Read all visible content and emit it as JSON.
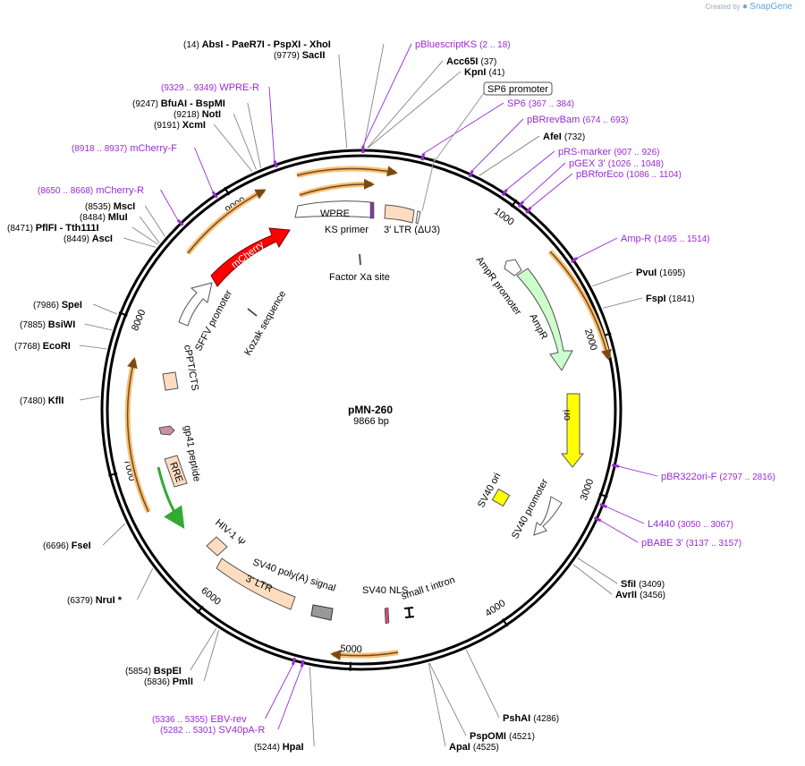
{
  "app": {
    "credit_prefix": "Created by",
    "credit_brand": "SnapGene"
  },
  "plasmid": {
    "name": "pMN-260",
    "length_label": "9866 bp",
    "length": 9866
  },
  "colors": {
    "backbone": "#000000",
    "primer": "#9a2ad6",
    "orf_arc": "#f5a623",
    "mcherry": "#ff0000",
    "ampr": "#ccffcc",
    "ori": "#ffff00",
    "ltr": "#fddcc0",
    "rre_arrow": "#33aa33",
    "polya": "#999999"
  },
  "ticks": [
    {
      "pos": 1000,
      "label": "1000"
    },
    {
      "pos": 2000,
      "label": "2000"
    },
    {
      "pos": 3000,
      "label": "3000"
    },
    {
      "pos": 4000,
      "label": "4000"
    },
    {
      "pos": 5000,
      "label": "5000"
    },
    {
      "pos": 6000,
      "label": "6000"
    },
    {
      "pos": 7000,
      "label": "7000"
    },
    {
      "pos": 8000,
      "label": "8000"
    },
    {
      "pos": 9000,
      "label": "9000"
    }
  ],
  "sites": [
    {
      "name": "AbsI",
      "pos": 14,
      "label": "(14)  AbsI   - PaeR7I   - PspXI   - XhoI"
    },
    {
      "name": "SacII",
      "pos": 9779,
      "label": "(9779)  SacII"
    },
    {
      "name": "Acc65I",
      "pos": 37,
      "label": "Acc65I   (37)"
    },
    {
      "name": "KpnI",
      "pos": 41,
      "label": "KpnI   (41)"
    },
    {
      "name": "AfeI",
      "pos": 732,
      "label": "AfeI   (732)"
    },
    {
      "name": "PvuI",
      "pos": 1695,
      "label": "PvuI   (1695)"
    },
    {
      "name": "FspI",
      "pos": 1841,
      "label": "FspI   (1841)"
    },
    {
      "name": "SfiI",
      "pos": 3409,
      "label": "SfiI   (3409)"
    },
    {
      "name": "AvrII",
      "pos": 3456,
      "label": "AvrII   (3456)"
    },
    {
      "name": "PshAI",
      "pos": 4286,
      "label": "PshAI   (4286)"
    },
    {
      "name": "PspOMI",
      "pos": 4521,
      "label": "PspOMI   (4521)"
    },
    {
      "name": "ApaI",
      "pos": 4525,
      "label": "ApaI   (4525)"
    },
    {
      "name": "HpaI",
      "pos": 5244,
      "label": "(5244)  HpaI"
    },
    {
      "name": "PmlI",
      "pos": 5836,
      "label": "(5836)  PmlI"
    },
    {
      "name": "BspEI",
      "pos": 5854,
      "label": "(5854)  BspEI"
    },
    {
      "name": "NruI",
      "pos": 6379,
      "label": "(6379)  NruI *"
    },
    {
      "name": "FseI",
      "pos": 6696,
      "label": "(6696)  FseI"
    },
    {
      "name": "KflI",
      "pos": 7480,
      "label": "(7480)  KflI"
    },
    {
      "name": "EcoRI",
      "pos": 7768,
      "label": "(7768)  EcoRI"
    },
    {
      "name": "BsiWI",
      "pos": 7885,
      "label": "(7885)  BsiWI"
    },
    {
      "name": "SpeI",
      "pos": 7986,
      "label": "(7986)  SpeI"
    },
    {
      "name": "AscI",
      "pos": 8449,
      "label": "(8449)  AscI"
    },
    {
      "name": "PflFI",
      "pos": 8471,
      "label": "(8471)  PflFI   - Tth111I"
    },
    {
      "name": "MluI",
      "pos": 8484,
      "label": "(8484)  MluI"
    },
    {
      "name": "MscI",
      "pos": 8535,
      "label": "(8535)  MscI"
    },
    {
      "name": "XcmI",
      "pos": 9191,
      "label": "(9191)  XcmI"
    },
    {
      "name": "NotI",
      "pos": 9218,
      "label": "(9218)  NotI"
    },
    {
      "name": "BfuAI",
      "pos": 9247,
      "label": "(9247)  BfuAI   - BspMI"
    }
  ],
  "primers": [
    {
      "name": "pBluescriptKS",
      "pos": 10,
      "label": "pBluescriptKS   (2 .. 18)"
    },
    {
      "name": "SP6",
      "pos": 375,
      "label": "SP6   (367 .. 384)"
    },
    {
      "name": "pBRrevBam",
      "pos": 683,
      "label": "pBRrevBam   (674 .. 693)"
    },
    {
      "name": "pRS-marker",
      "pos": 916,
      "label": "pRS-marker   (907 .. 926)"
    },
    {
      "name": "pGEX 3'",
      "pos": 1037,
      "label": "pGEX 3'   (1026 .. 1048)"
    },
    {
      "name": "pBRforEco",
      "pos": 1095,
      "label": "pBRforEco   (1086 .. 1104)"
    },
    {
      "name": "Amp-R",
      "pos": 1504,
      "label": "Amp-R   (1495 .. 1514)"
    },
    {
      "name": "pBR322ori-F",
      "pos": 2806,
      "label": "pBR322ori-F   (2797 .. 2816)"
    },
    {
      "name": "L4440",
      "pos": 3058,
      "label": "L4440   (3050 .. 3067)"
    },
    {
      "name": "pBABE 3'",
      "pos": 3147,
      "label": "pBABE 3'   (3137 .. 3157)"
    },
    {
      "name": "EBV-rev",
      "pos": 5345,
      "label": "(5336 .. 5355)  EBV-rev"
    },
    {
      "name": "SV40pA-R",
      "pos": 5291,
      "label": "(5282 .. 5301)  SV40pA-R"
    },
    {
      "name": "mCherry-R",
      "pos": 8659,
      "label": "(8650 .. 8668)  mCherry-R"
    },
    {
      "name": "mCherry-F",
      "pos": 8927,
      "label": "(8918 .. 8937)  mCherry-F"
    },
    {
      "name": "WPRE-R",
      "pos": 9339,
      "label": "(9329 .. 9349)  WPRE-R"
    }
  ],
  "boxed_feature": {
    "name": "SP6 promoter",
    "label": "SP6 promoter"
  },
  "features": [
    {
      "name": "WPRE",
      "label": "WPRE"
    },
    {
      "name": "KS primer",
      "label": "KS primer"
    },
    {
      "name": "3' LTR",
      "label": "3' LTR (ΔU3)"
    },
    {
      "name": "Factor Xa site",
      "label": "Factor Xa site"
    },
    {
      "name": "AmpR promoter",
      "label": "AmpR promoter"
    },
    {
      "name": "AmpR",
      "label": "AmpR"
    },
    {
      "name": "ori",
      "label": "ori"
    },
    {
      "name": "SV40 ori",
      "label": "SV40 ori"
    },
    {
      "name": "SV40 promoter",
      "label": "SV40 promoter"
    },
    {
      "name": "SV40 NLS",
      "label": "SV40 NLS"
    },
    {
      "name": "small t intron",
      "label": "small t intron"
    },
    {
      "name": "SV40 poly(A) signal",
      "label": "SV40 poly(A) signal"
    },
    {
      "name": "HIV-1 psi",
      "label": "HIV-1 Ψ"
    },
    {
      "name": "5' LTR",
      "label": "3' LTR"
    },
    {
      "name": "RRE",
      "label": "RRE"
    },
    {
      "name": "gp41 peptide",
      "label": "gp41 peptide"
    },
    {
      "name": "cPPT/CTS",
      "label": "cPPT/CTS"
    },
    {
      "name": "SFFV promoter",
      "label": "SFFV promoter"
    },
    {
      "name": "Kozak sequence",
      "label": "Kozak sequence"
    },
    {
      "name": "mCherry",
      "label": "mCherry"
    }
  ]
}
